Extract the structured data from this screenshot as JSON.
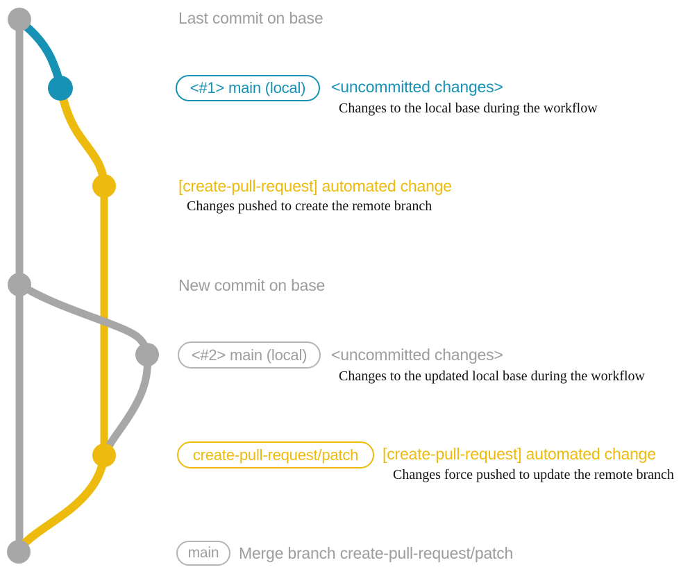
{
  "colors": {
    "base": "#a7a7a7",
    "baseText": "#9d9d9d",
    "grayBorder": "#b4b4b4",
    "teal": "#1792b4",
    "yellow": "#edbb0e",
    "ink": "#121212"
  },
  "annotations": {
    "last_commit": {
      "text": "Last commit on base"
    },
    "local1": {
      "badge": "<#1> main (local)",
      "status": "<uncommitted changes>",
      "note": "Changes to the local base during the workflow"
    },
    "push1": {
      "title": "[create-pull-request] automated change",
      "note": "Changes pushed to create the remote branch"
    },
    "new_commit": {
      "text": "New commit on base"
    },
    "local2": {
      "badge": "<#2> main (local)",
      "status": "<uncommitted changes>",
      "note": "Changes to the updated local base during the workflow"
    },
    "push2": {
      "badge": "create-pull-request/patch",
      "title": "[create-pull-request] automated change",
      "note": "Changes force pushed to update the remote branch"
    },
    "merge": {
      "badge": "main",
      "text": "Merge branch create-pull-request/patch"
    }
  }
}
